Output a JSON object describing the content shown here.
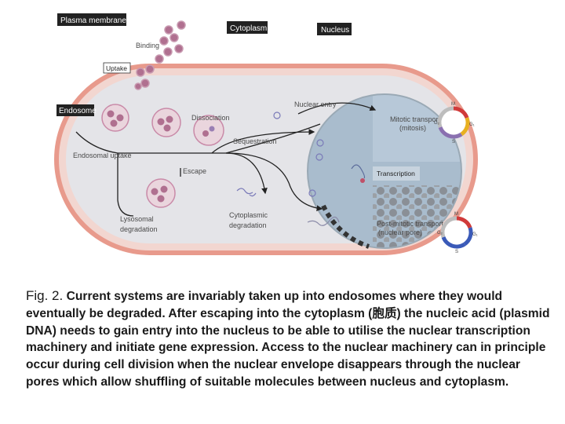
{
  "labels": {
    "plasma_membrane": "Plasma membrane",
    "cytoplasm": "Cytoplasm",
    "nucleus": "Nucleus",
    "binding": "Binding",
    "uptake": "Uptake",
    "endosome": "Endosome",
    "nuclear_entry": "Nuclear entry",
    "dissociation": "Dissociation",
    "sequestration": "Sequestration",
    "endosomal_uptake": "Endosomal uptake",
    "escape": "Escape",
    "mitotic_transport_1": "Mitotic transport",
    "mitotic_transport_2": "(mitosis)",
    "transcription": "Transcription",
    "lysosomal_degradation_1": "Lysosomal",
    "lysosomal_degradation_2": "degradation",
    "cytoplasmic_degradation_1": "Cytoplasmic",
    "cytoplasmic_degradation_2": "degradation",
    "post_mitotic_1": "Post-mitotic transport",
    "post_mitotic_2": "(nuclear pore)",
    "cycle_top": [
      "M",
      "G₁",
      "S",
      "G₂"
    ],
    "cycle_bottom": [
      "M",
      "G₁",
      "S",
      "G₂"
    ]
  },
  "caption": {
    "fig": "Fig. 2.",
    "text": "Current systems are invariably taken up into endosomes where they would eventually be degraded. After escaping into the cytoplasm (胞质) the nucleic acid (plasmid DNA) needs to gain entry into the nucleus to be able to utilise the nuclear transcription machinery and initiate gene expression. Access to the nuclear machinery can in principle occur during cell division when the nuclear envelope disappears through the nuclear pores which allow shuffling of suitable molecules between nucleus and cytoplasm."
  },
  "colors": {
    "cell_border": "#e89a8c",
    "cytoplasm_fill": "#e4e4e8",
    "nucleus_fill": "#a9bccd",
    "particle": "#b07090",
    "label_box": "#222222"
  }
}
